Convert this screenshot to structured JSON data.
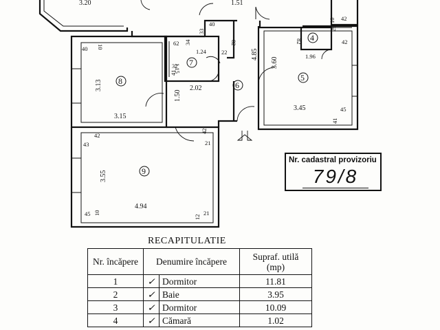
{
  "plan": {
    "dims": {
      "d320": "3.20",
      "d151": "1.51",
      "d40a": "40",
      "d33": "33",
      "d82a": "82",
      "d62": "62",
      "d34": "34",
      "d124": "1.24",
      "d22": "22",
      "d32": "32",
      "d115": "1.15",
      "d41a": "41",
      "d202": "2.02",
      "d150": "1.50",
      "d40b": "40",
      "d10a": "10",
      "d313": "3.13",
      "d315": "3.15",
      "d485": "4.85",
      "d360": "3.60",
      "d345": "3.45",
      "d82b": "82",
      "d196": "1.96",
      "d29": "29",
      "d10b": "10",
      "d42a": "42",
      "d42b": "42",
      "d45a": "45",
      "d41b": "41",
      "d42c": "42",
      "d43": "43",
      "d355": "3.55",
      "d494": "4.94",
      "d45b": "45",
      "d10c": "10",
      "d12": "12",
      "d21a": "21",
      "d42d": "42",
      "d21b": "21"
    },
    "rooms": {
      "r4": "4",
      "r5": "5",
      "r6": "6",
      "r7": "7",
      "r8": "8",
      "r9": "9"
    }
  },
  "cadastral": {
    "label": "Nr. cadastral provizoriu",
    "number": "79/8"
  },
  "recap": {
    "title": "RECAPITULATIE",
    "headers": {
      "nr": "Nr. încăpere",
      "name": "Denumire încăpere",
      "area": "Supraf. utilă (mp)"
    },
    "rows": [
      {
        "nr": "1",
        "check": "✓",
        "name": "Dormitor",
        "area": "11.81"
      },
      {
        "nr": "2",
        "check": "✓",
        "name": "Baie",
        "area": "3.95"
      },
      {
        "nr": "3",
        "check": "✓",
        "name": "Dormitor",
        "area": "10.09"
      },
      {
        "nr": "4",
        "check": "✓",
        "name": "Cămară",
        "area": "1.02"
      }
    ]
  }
}
